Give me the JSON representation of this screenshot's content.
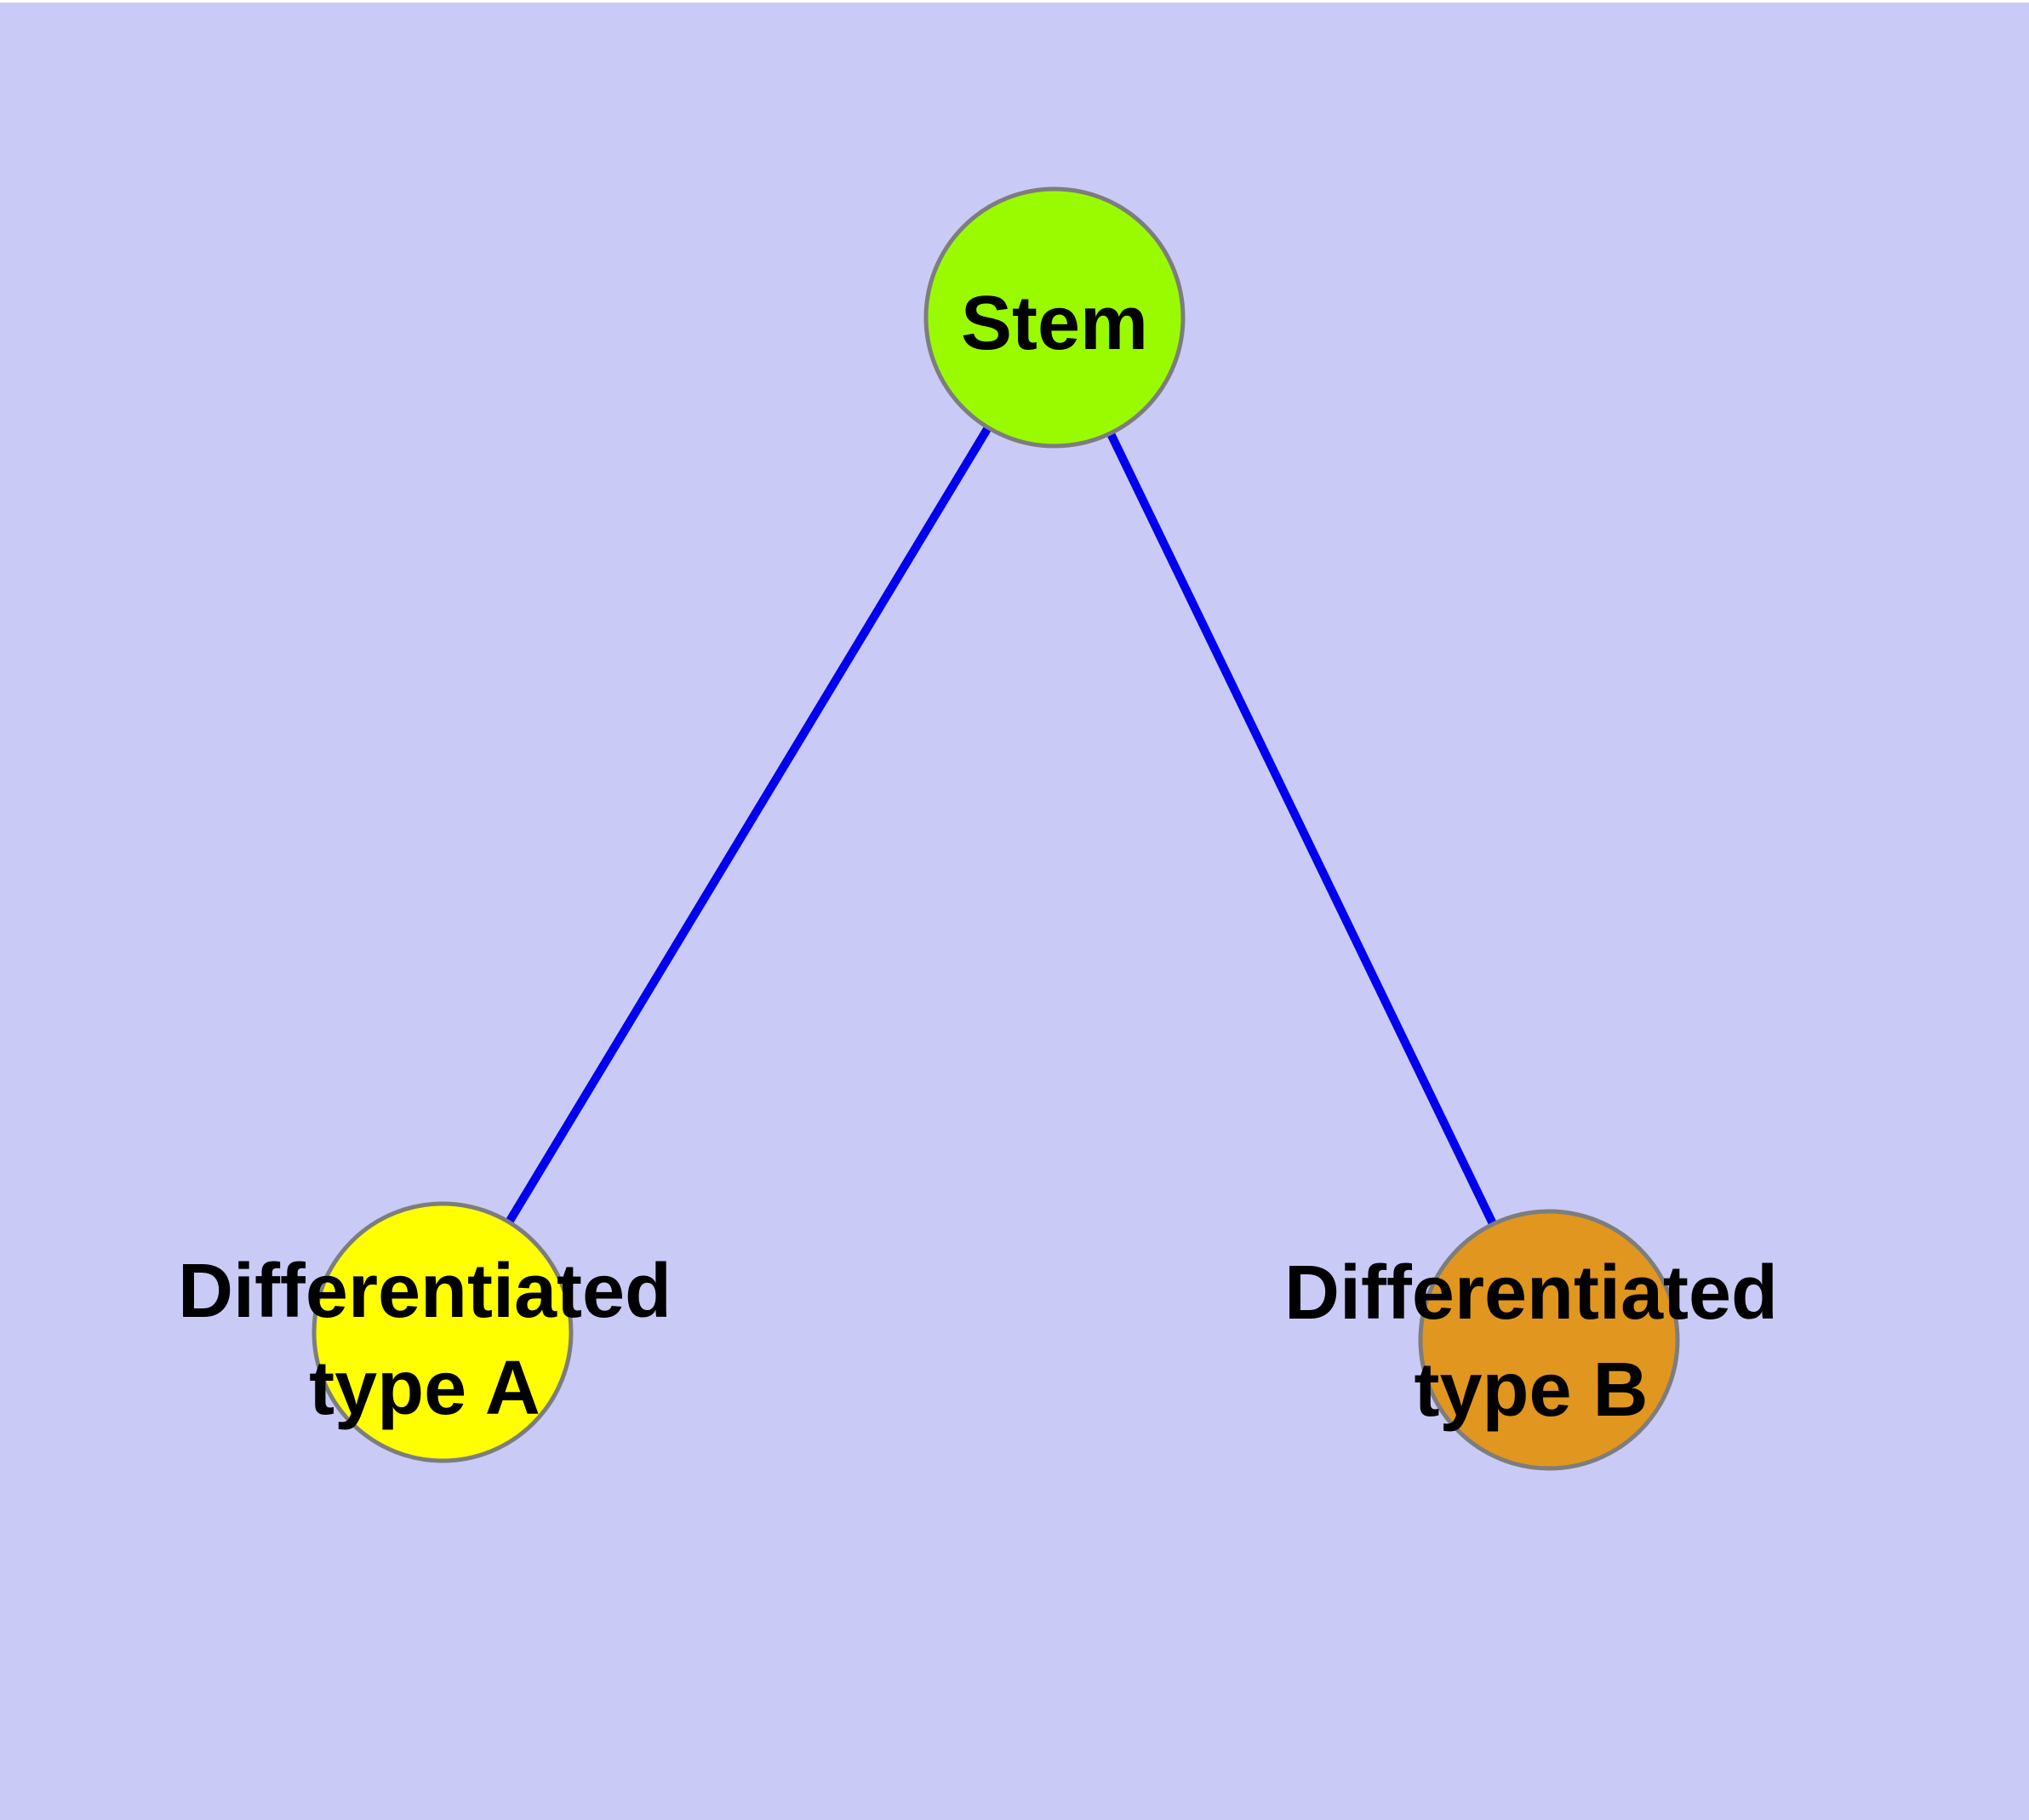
{
  "canvas": {
    "background_color": "#CACAF7",
    "top_border_color": "#FFFFFF"
  },
  "graph": {
    "text_color": "#000000",
    "node_stroke_color": "#7D7D7D",
    "edge_color": "#0000EE",
    "nodes": [
      {
        "id": "stem",
        "label": "Stem",
        "fill": "#9AFB00"
      },
      {
        "id": "differentiated-type-a",
        "label_line1": "Differentiated",
        "label_line2": "type A",
        "fill": "#FFFF00"
      },
      {
        "id": "differentiated-type-b",
        "label_line1": "Differentiated",
        "label_line2": "type B",
        "fill": "#E0961F"
      }
    ],
    "edges": [
      {
        "from": "stem",
        "to": "differentiated-type-a"
      },
      {
        "from": "stem",
        "to": "differentiated-type-b"
      }
    ]
  }
}
